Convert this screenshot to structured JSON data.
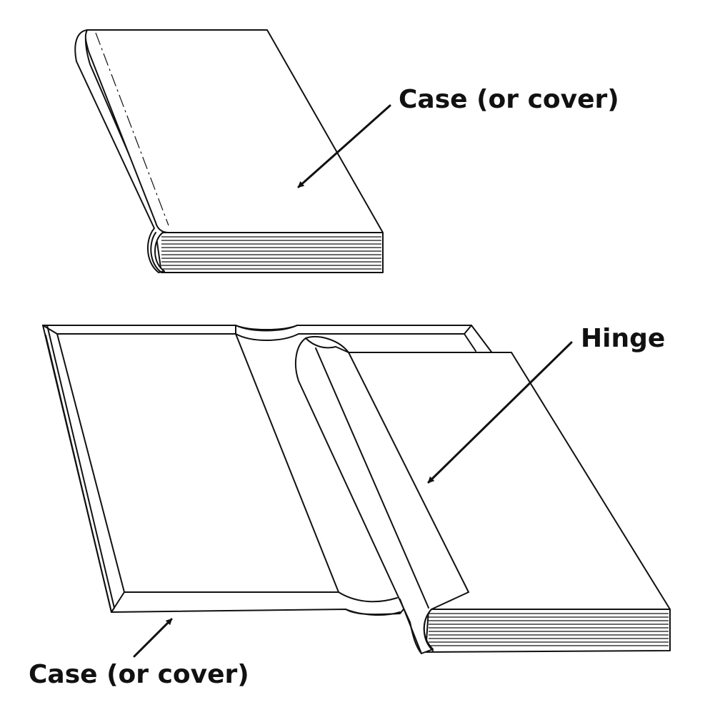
{
  "labels": {
    "case_top": "Case (or cover)",
    "hinge": "Hinge",
    "case_bottom": "Case (or cover)"
  },
  "colors": {
    "ink": "#111111",
    "paper": "#ffffff"
  }
}
